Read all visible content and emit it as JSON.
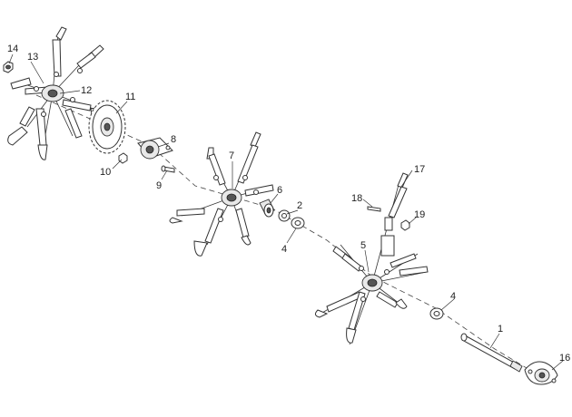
{
  "callouts": [
    {
      "id": "p14",
      "label": "14"
    },
    {
      "id": "p13",
      "label": "13"
    },
    {
      "id": "p12",
      "label": "12"
    },
    {
      "id": "p11",
      "label": "11"
    },
    {
      "id": "p10",
      "label": "10"
    },
    {
      "id": "p9",
      "label": "9"
    },
    {
      "id": "p8",
      "label": "8"
    },
    {
      "id": "p7",
      "label": "7"
    },
    {
      "id": "p6",
      "label": "6"
    },
    {
      "id": "p2",
      "label": "2"
    },
    {
      "id": "p4a",
      "label": "4"
    },
    {
      "id": "p17",
      "label": "17"
    },
    {
      "id": "p18",
      "label": "18"
    },
    {
      "id": "p19",
      "label": "19"
    },
    {
      "id": "p5",
      "label": "5"
    },
    {
      "id": "p4b",
      "label": "4"
    },
    {
      "id": "p1",
      "label": "1"
    },
    {
      "id": "p16",
      "label": "16"
    }
  ]
}
